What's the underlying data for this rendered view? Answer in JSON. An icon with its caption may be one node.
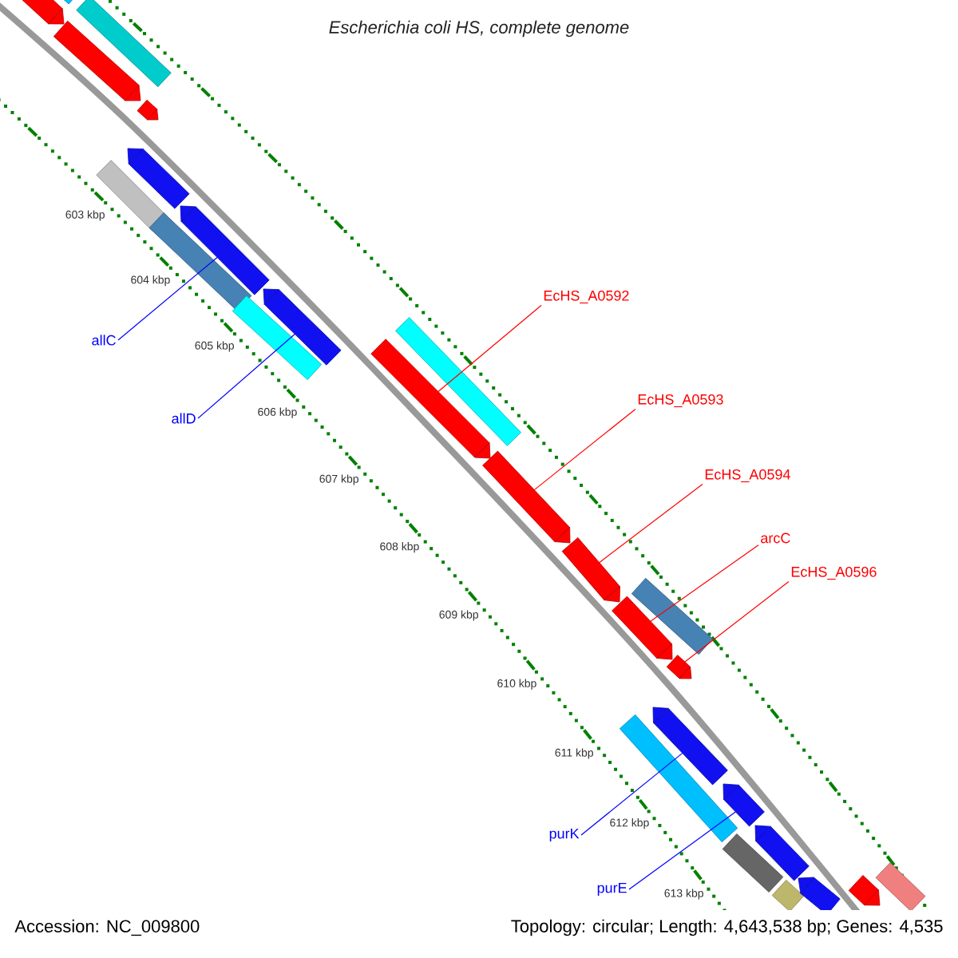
{
  "diagram": {
    "title": "Escherichia coli HS, complete genome",
    "nodes": [
      {
        "text": [
          "EcHS_A0592"
        ]
      },
      {
        "text": [],
        "shape": "arrow"
      },
      {
        "text": [
          "allC"
        ]
      },
      {
        "text": [],
        "shape": "arrow"
      },
      {
        "text": [
          "EcHS_A0593"
        ]
      },
      {
        "text": [],
        "shape": "arrow"
      },
      {
        "text": [
          "allD"
        ]
      },
      {
        "text": [],
        "shape": "arrow"
      },
      {
        "text": [
          "EcHS_A0594"
        ]
      },
      {
        "text": [],
        "shape": "arrow"
      },
      {
        "text": [
          "arcC"
        ]
      },
      {
        "text": [],
        "shape": "arrow"
      },
      {
        "text": [
          "EcHS_A0596"
        ]
      },
      {
        "text": [],
        "shape": "arrow"
      },
      {
        "text": [
          "purK"
        ]
      },
      {
        "text": [],
        "shape": "arrow"
      },
      {
        "text": [
          "purE"
        ]
      },
      {
        "text": [],
        "shape": "arrow"
      },
      {
        "text": [],
        "shape": "arrow"
      },
      {
        "text": [],
        "shape": "bar"
      },
      {
        "text": [],
        "shape": "bar"
      },
      {
        "text": [],
        "shape": "arrow"
      },
      {
        "text": [],
        "shape": "arrow"
      },
      {
        "text": [],
        "shape": "bar"
      },
      {
        "text": [],
        "shape": "bar"
      },
      {
        "text": [],
        "shape": "bar"
      },
      {
        "text": [],
        "shape": "arrow"
      },
      {
        "text": [],
        "shape": "bar"
      },
      {
        "text": [],
        "shape": "bar"
      },
      {
        "text": [],
        "shape": "bar"
      },
      {
        "text": [],
        "shape": "bar"
      },
      {
        "text": [],
        "shape": "bar"
      },
      {
        "text": [],
        "shape": "arrow"
      },
      {
        "text": [],
        "shape": "arrow"
      },
      {
        "text": [],
        "shape": "arrow"
      },
      {
        "text": [],
        "shape": "bar"
      }
    ],
    "edges": [
      {
        "from": 0,
        "to": 1,
        "arrow": "none"
      },
      {
        "from": 2,
        "to": 3,
        "arrow": "none",
        "color": "#0000ff"
      },
      {
        "from": 4,
        "to": 5,
        "arrow": "none"
      },
      {
        "from": 6,
        "to": 7,
        "arrow": "none",
        "color": "#0000ff"
      },
      {
        "from": 8,
        "to": 9,
        "arrow": "none"
      },
      {
        "from": 10,
        "to": 11,
        "arrow": "none"
      },
      {
        "from": 12,
        "to": 13,
        "arrow": "none"
      },
      {
        "from": 14,
        "to": 15,
        "arrow": "none",
        "color": "#0000ff"
      },
      {
        "from": 16,
        "to": 17,
        "arrow": "none",
        "color": "#0000ff"
      }
    ],
    "labels": [
      "603 kbp",
      "604 kbp",
      "605 kbp",
      "606 kbp",
      "607 kbp",
      "608 kbp",
      "609 kbp",
      "610 kbp",
      "611 kbp",
      "612 kbp",
      "613 kbp",
      "Accession: NC_009800",
      "Topology: circular; Length: 4,643,538 bp; Genes: 4,535"
    ]
  }
}
